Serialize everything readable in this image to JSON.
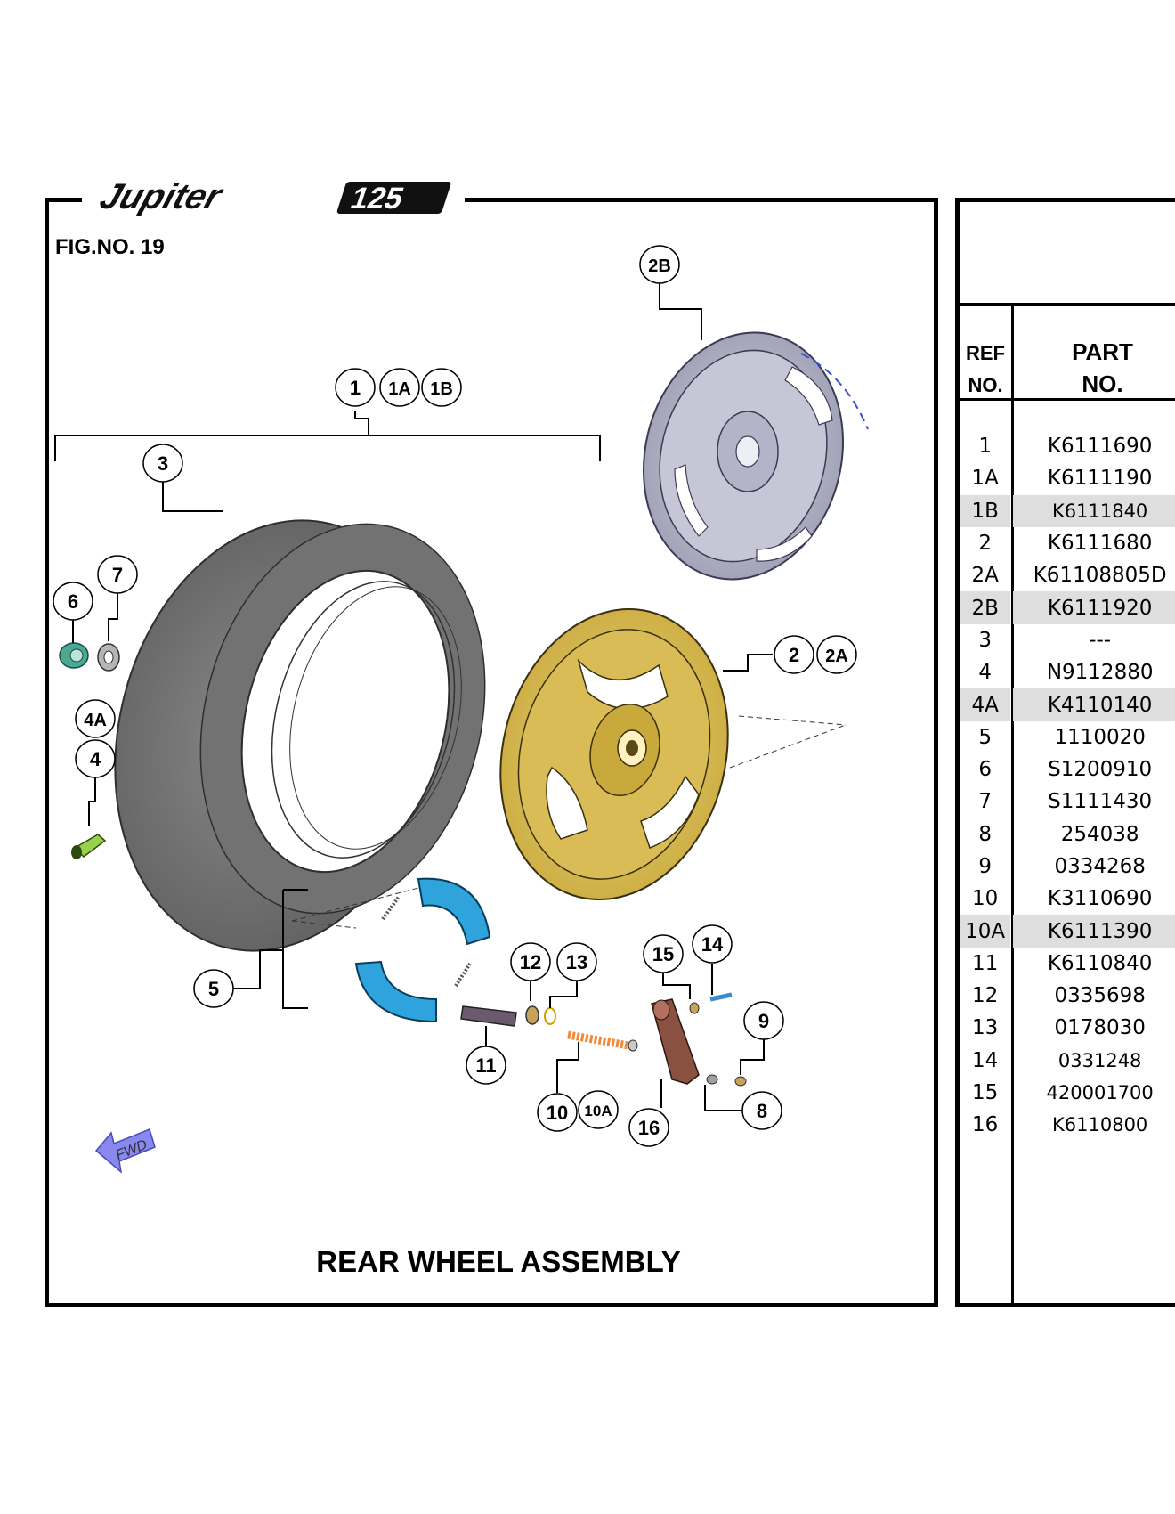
{
  "brand": {
    "logo_text": "Jupiter 125"
  },
  "figure": {
    "number_label": "FIG.NO. 19",
    "title": "REAR WHEEL ASSEMBLY",
    "fwd_label": "FWD"
  },
  "callouts": {
    "c1": "1",
    "c1a": "1A",
    "c1b": "1B",
    "c2": "2",
    "c2a": "2A",
    "c2b": "2B",
    "c3": "3",
    "c4": "4",
    "c4a": "4A",
    "c5": "5",
    "c6": "6",
    "c7": "7",
    "c8": "8",
    "c9": "9",
    "c10": "10",
    "c10a": "10A",
    "c11": "11",
    "c12": "12",
    "c13": "13",
    "c14": "14",
    "c15": "15",
    "c16": "16"
  },
  "table": {
    "header_ref_line1": "REF",
    "header_ref_line2": "NO.",
    "header_part_line1": "PART",
    "header_part_line2": "NO.",
    "rows": [
      {
        "ref": "1",
        "part": "K6111690"
      },
      {
        "ref": "1A",
        "part": "K6111190"
      },
      {
        "ref": "1B",
        "part": "K6111840"
      },
      {
        "ref": "2",
        "part": "K6111680"
      },
      {
        "ref": "2A",
        "part": "K61108805D"
      },
      {
        "ref": "2B",
        "part": "K6111920"
      },
      {
        "ref": "3",
        "part": "---"
      },
      {
        "ref": "4",
        "part": "N9112880"
      },
      {
        "ref": "4A",
        "part": "K4110140"
      },
      {
        "ref": "5",
        "part": "1110020"
      },
      {
        "ref": "6",
        "part": "S1200910"
      },
      {
        "ref": "7",
        "part": "S1111430"
      },
      {
        "ref": "8",
        "part": "254038"
      },
      {
        "ref": "9",
        "part": "0334268"
      },
      {
        "ref": "10",
        "part": "K3110690"
      },
      {
        "ref": "10A",
        "part": "K6111390"
      },
      {
        "ref": "11",
        "part": "K6110840"
      },
      {
        "ref": "12",
        "part": "0335698"
      },
      {
        "ref": "13",
        "part": "0178030"
      },
      {
        "ref": "14",
        "part": "0331248"
      },
      {
        "ref": "15",
        "part": "420001700"
      },
      {
        "ref": "16",
        "part": "K6110800"
      }
    ]
  }
}
